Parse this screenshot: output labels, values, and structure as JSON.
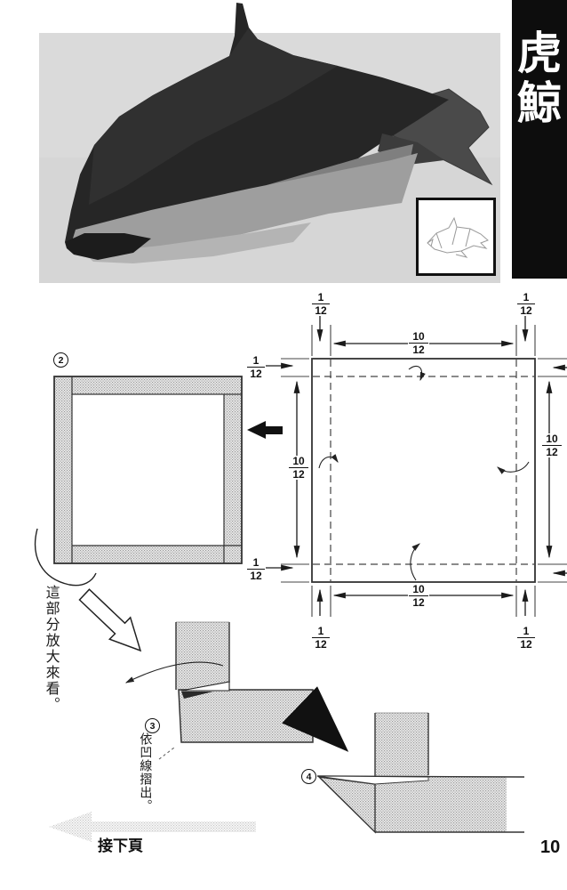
{
  "title": {
    "text": "虎鯨",
    "chars": [
      "虎",
      "鯨"
    ],
    "bg_color": "#0d0d0d",
    "text_color": "#ffffff"
  },
  "photo": {
    "subject": "origami-killer-whale-photograph",
    "bg_color": "#d6d6d6"
  },
  "fractions": {
    "one_twelfth": {
      "num": "1",
      "den": "12"
    },
    "ten_twelfths": {
      "num": "10",
      "den": "12"
    }
  },
  "steps": {
    "step2": {
      "number": "2"
    },
    "step3": {
      "number": "3",
      "caption": "依凹線摺出。"
    },
    "step4": {
      "number": "4"
    }
  },
  "callout": {
    "text": "這部分放大來看。"
  },
  "footer": {
    "next_label": "接下頁",
    "page_number": "10"
  }
}
